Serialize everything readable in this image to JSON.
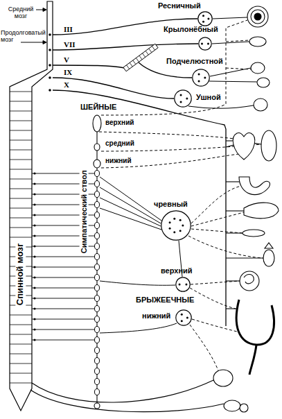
{
  "diagram": {
    "nodes": [
      {
        "text": [
          "Ресничный"
        ]
      },
      {
        "text": [
          "Крылонёбный"
        ]
      },
      {
        "text": [
          "Подчелюстной"
        ]
      },
      {
        "text": [
          "Ушной"
        ]
      },
      {
        "text": [
          "чревный"
        ]
      },
      {
        "text": [
          "верхний"
        ]
      },
      {
        "text": [
          "нижний"
        ]
      }
    ],
    "labels": [
      "Средний мозг",
      "Продолговатый мозг",
      "III",
      "VII",
      "V",
      "IX",
      "X",
      "ШЕЙНЫЕ",
      "верхний",
      "средний",
      "нижний",
      "Спинной мозг",
      "Симпатический ствол",
      "БРЫЖЕЕЧНЫЕ"
    ]
  }
}
